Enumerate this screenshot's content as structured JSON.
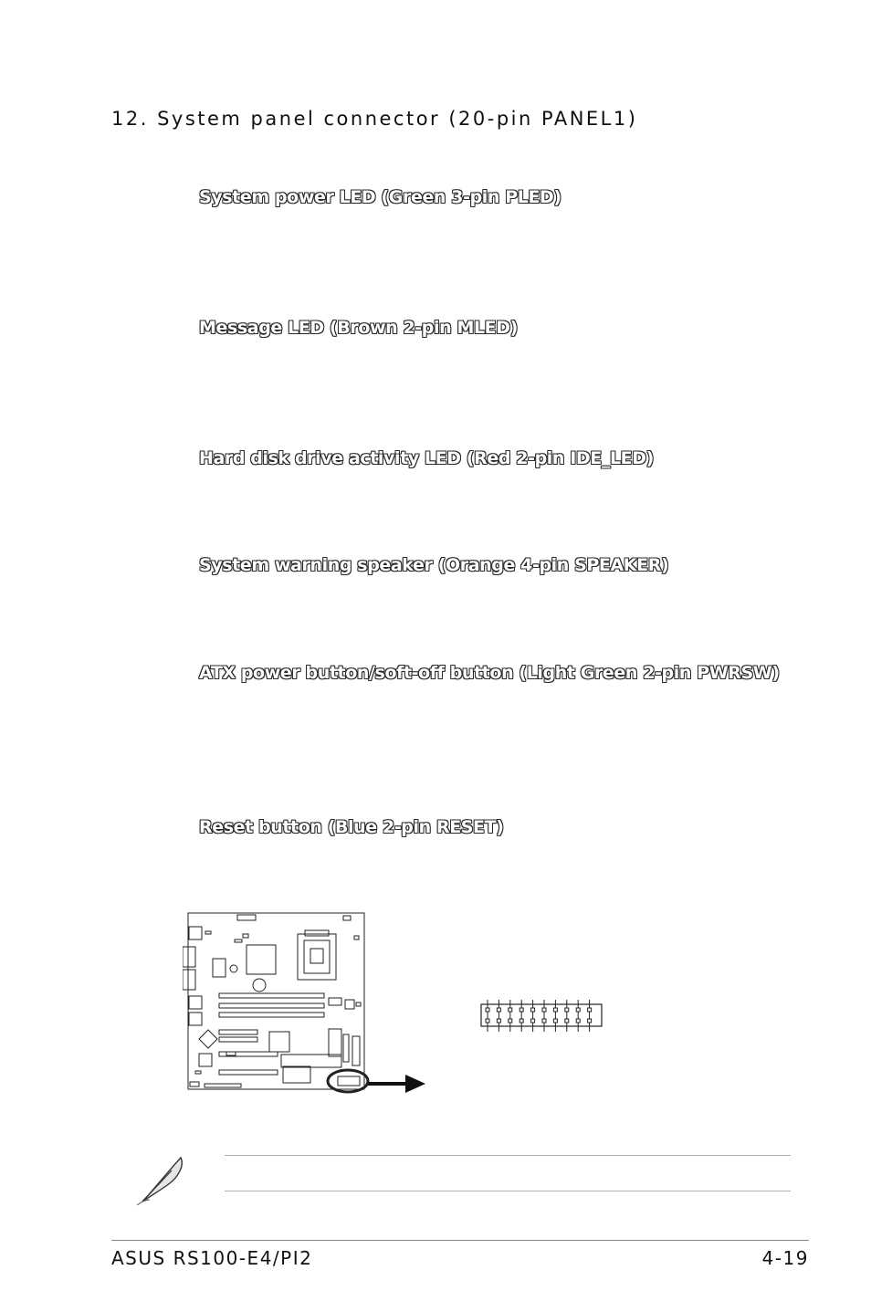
{
  "section": {
    "title": "12. System panel connector (20-pin PANEL1)"
  },
  "items": [
    "System power LED (Green 3-pin PLED)",
    "Message LED (Brown 2-pin MLED)",
    "Hard disk drive activity LED (Red 2-pin IDE_LED)",
    "System warning speaker (Orange 4-pin SPEAKER)",
    "ATX power button/soft-off button (Light Green 2-pin PWRSW)",
    "Reset button (Blue 2-pin RESET)"
  ],
  "figure": {
    "board_icon": "motherboard-diagram",
    "header_icon": "20-pin-header",
    "header_pin_count": 20
  },
  "note": {
    "icon": "feather-pen-icon"
  },
  "footer": {
    "left": "ASUS RS100-E4/PI2",
    "right": "4-19"
  }
}
